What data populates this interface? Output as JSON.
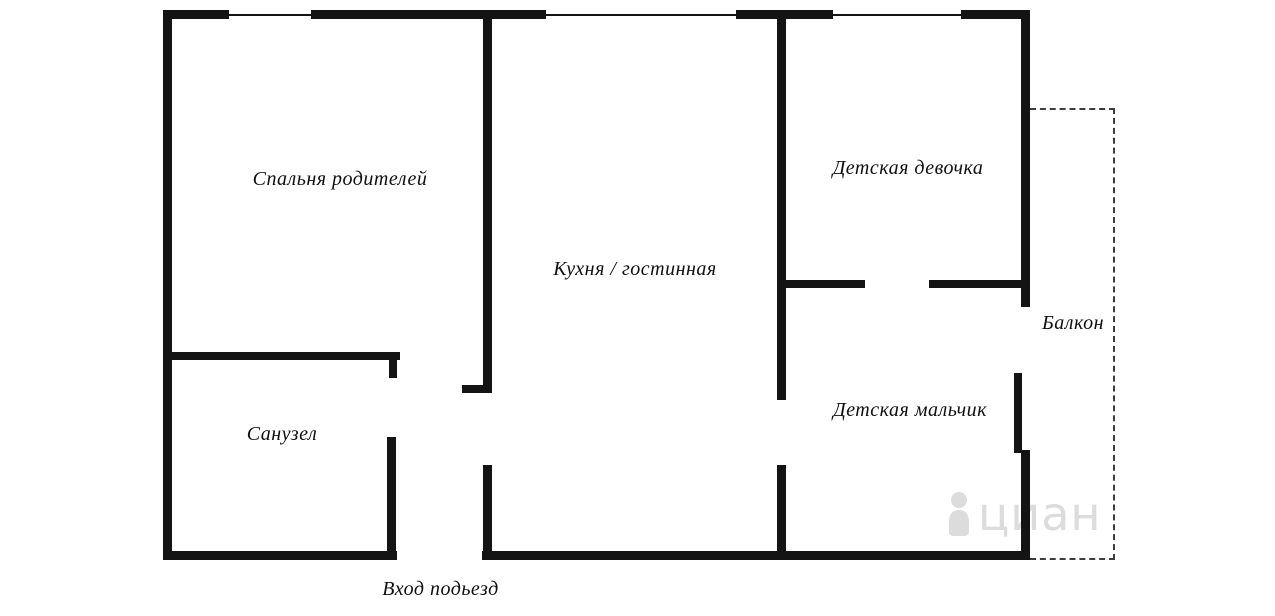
{
  "rooms": {
    "parents_bedroom": "Спальня родителей",
    "kitchen_living": "Кухня / гостинная",
    "girls_room": "Детская девочка",
    "boys_room": "Детская мальчик",
    "bathroom": "Санузел",
    "balcony": "Балкон",
    "entrance": "Вход подьезд"
  },
  "watermark": {
    "text": "циан"
  },
  "colors": {
    "wall": "#141414",
    "background": "#ffffff",
    "dashed": "#3c3c3c",
    "watermark": "#dcdcdc"
  }
}
